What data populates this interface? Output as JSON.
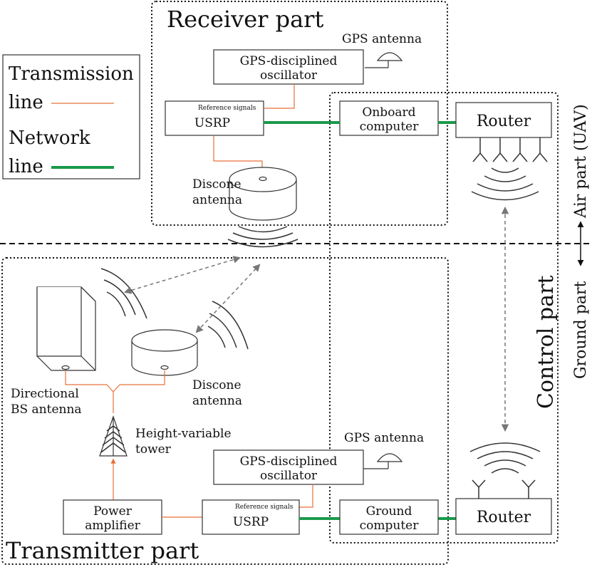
{
  "regions": {
    "receiver_title": "Receiver part",
    "transmitter_title": "Transmitter part",
    "control_title": "Control part"
  },
  "legend": {
    "transmission_line1": "Transmission",
    "transmission_line2": "line",
    "network_line1": "Network",
    "network_line2": "line",
    "transmission_color": "#e8703a",
    "network_color": "#1a9a4a"
  },
  "receiver": {
    "gps_antenna": "GPS antenna",
    "gpsdo_line1": "GPS-disciplined",
    "gpsdo_line2": "oscillator",
    "reference_signals": "Reference signals",
    "usrp": "USRP",
    "discone_line1": "Discone",
    "discone_line2": "antenna",
    "onboard_line1": "Onboard",
    "onboard_line2": "computer",
    "router": "Router"
  },
  "transmitter": {
    "directional_line1": "Directional",
    "directional_line2": "BS antenna",
    "discone_line1": "Discone",
    "discone_line2": "antenna",
    "tower_line1": "Height-variable",
    "tower_line2": "tower",
    "gps_antenna": "GPS antenna",
    "gpsdo_line1": "GPS-disciplined",
    "gpsdo_line2": "oscillator",
    "power_amp_line1": "Power",
    "power_amp_line2": "amplifier",
    "reference_signals": "Reference signals",
    "usrp": "USRP",
    "ground_line1": "Ground",
    "ground_line2": "computer",
    "router": "Router"
  },
  "side": {
    "air_part": "Air part (UAV)",
    "ground_part": "Ground part"
  }
}
